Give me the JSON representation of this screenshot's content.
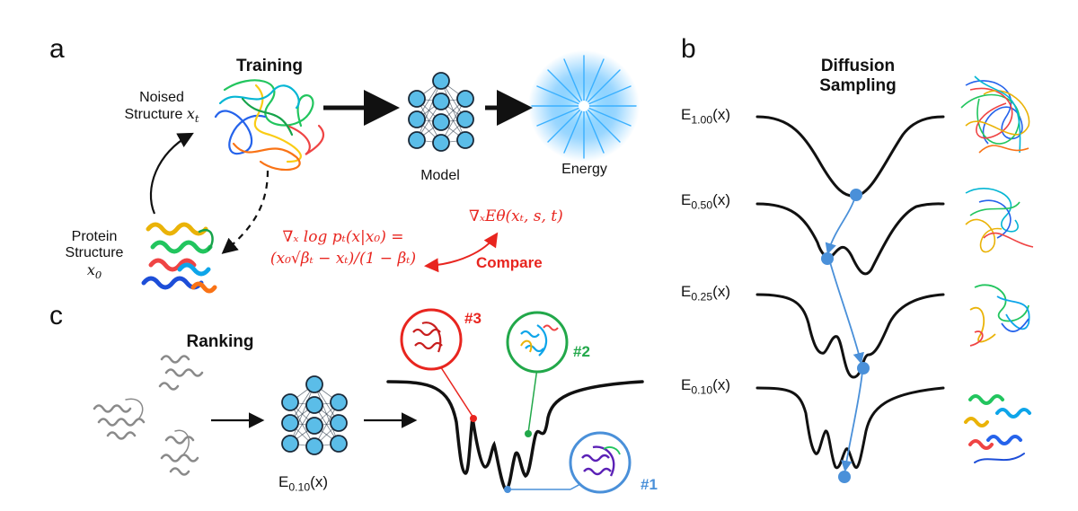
{
  "panels": {
    "a": "a",
    "b": "b",
    "c": "c"
  },
  "training": {
    "title": "Training",
    "noised_label": "Noised Structure",
    "noised_symbol": "x",
    "noised_sub": "t",
    "protein_label_1": "Protein",
    "protein_label_2": "Structure",
    "protein_symbol": "x",
    "protein_sub": "0",
    "model_label": "Model",
    "energy_label": "Energy",
    "score_line1": "∇ₓ log pₜ(x|x₀) =",
    "score_line2": "(x₀√βₜ − xₜ)/(1 − βₜ)",
    "energy_grad": "∇ₓEθ(xₜ, s, t)",
    "compare_label": "Compare"
  },
  "diffusion": {
    "title_line1": "Diffusion",
    "title_line2": "Sampling",
    "levels": [
      {
        "letter": "E",
        "sub": "1.00",
        "arg": "(x)"
      },
      {
        "letter": "E",
        "sub": "0.50",
        "arg": "(x)"
      },
      {
        "letter": "E",
        "sub": "0.25",
        "arg": "(x)"
      },
      {
        "letter": "E",
        "sub": "0.10",
        "arg": "(x)"
      }
    ]
  },
  "ranking": {
    "title": "Ranking",
    "model_letter": "E",
    "model_sub": "0.10",
    "model_arg": "(x)",
    "ranks": [
      "#1",
      "#2",
      "#3"
    ]
  },
  "colors": {
    "node_fill": "#5bbde8",
    "node_stroke": "#1a2a3a",
    "accent_blue": "#4a90d9",
    "rank1": "#4a90d9",
    "rank2": "#22a84a",
    "rank3": "#e8251f",
    "energy_glow": "#3ab0ff"
  }
}
